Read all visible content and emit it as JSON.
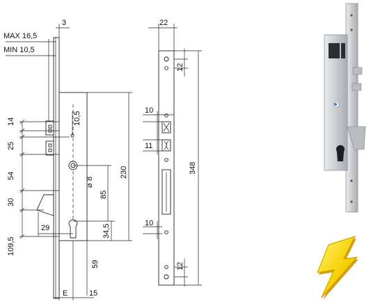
{
  "labels": {
    "max": "MAX 16,5",
    "min": "MIN 10,5",
    "d3": "3",
    "d14": "14",
    "d10_5": "10,5",
    "d25": "25",
    "d54": "54",
    "d30": "30",
    "d29": "29",
    "d109_5": "109,5",
    "d8": "8",
    "d85": "85",
    "d230": "230",
    "d34_5": "34,5",
    "d59": "59",
    "dE": "E",
    "d15": "15",
    "d22": "22",
    "d12_top": "12",
    "d10_a": "10",
    "d11": "11",
    "d348": "348",
    "d10_b": "10",
    "d12_bottom": "12"
  },
  "colors": {
    "steel": "#cfd2d6",
    "steel_dark": "#8e949b",
    "bolt_yellow": "#f5d000",
    "ink": "#222222"
  },
  "icons": {
    "diameter": "⌀",
    "bolt": "lightning-bolt-icon"
  }
}
